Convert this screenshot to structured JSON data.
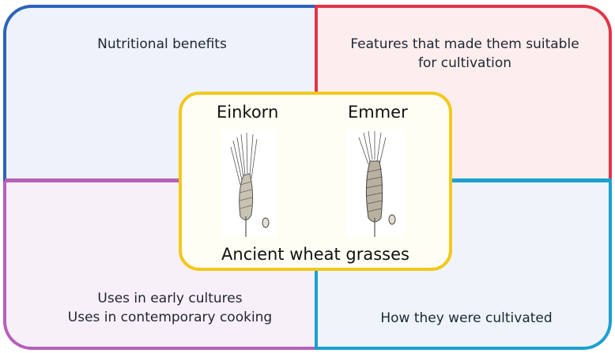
{
  "quadrants": {
    "top_left": "Nutritional benefits",
    "top_right_line1": "Features that made them suitable",
    "top_right_line2": "for cultivation",
    "bottom_left_line1": "Uses in early cultures",
    "bottom_left_line2": "Uses in contemporary cooking",
    "bottom_right": "How they were cultivated"
  },
  "center": {
    "left_name": "Einkorn",
    "right_name": "Emmer",
    "title": "Ancient wheat grasses"
  },
  "colors": {
    "top_left": "#2a63b8",
    "top_right": "#e0354a",
    "bottom_left": "#b660b8",
    "bottom_right": "#1d9fd0",
    "center": "#f2c81d"
  },
  "icons": [
    "einkorn-wheat-illustration",
    "emmer-wheat-illustration"
  ]
}
